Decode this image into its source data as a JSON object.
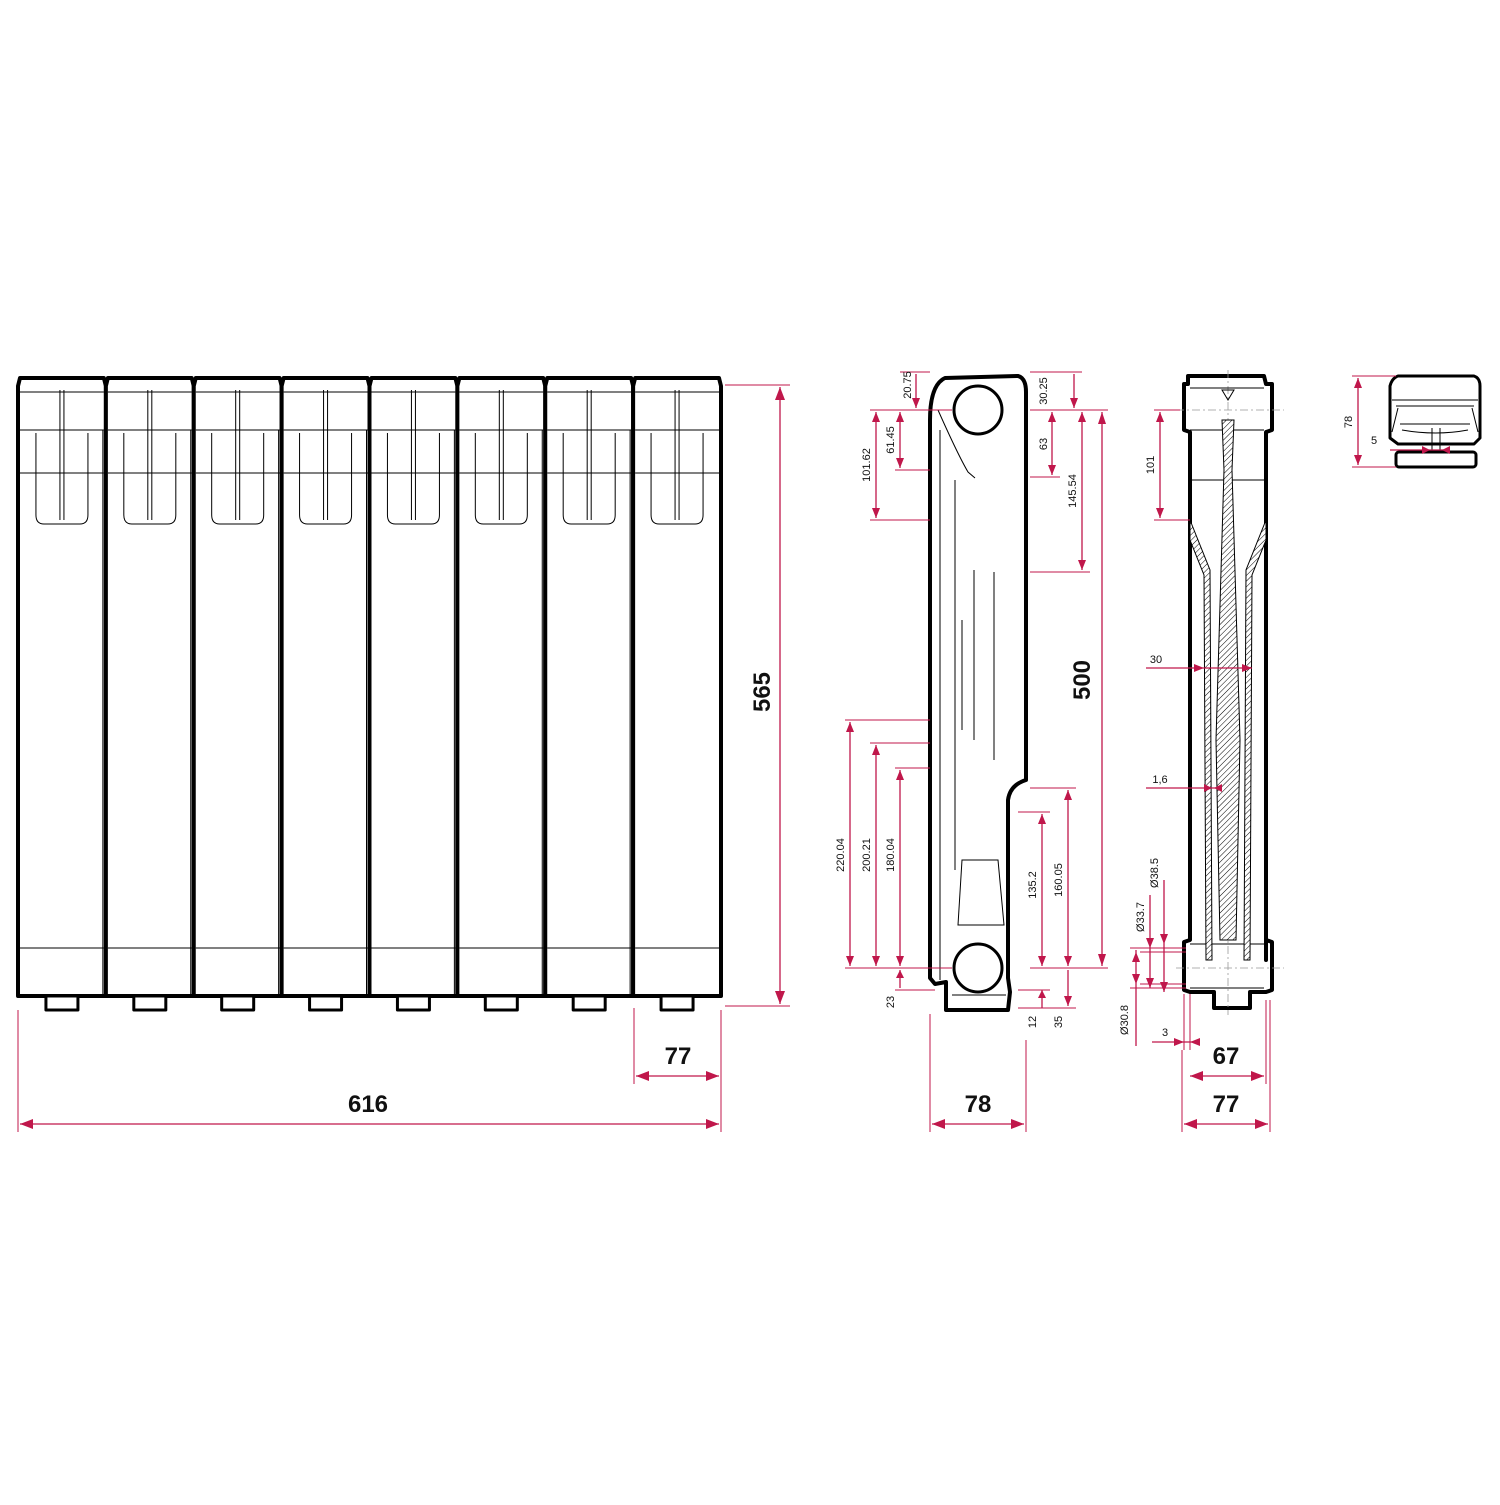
{
  "views": {
    "front": {
      "section_count": 8,
      "width_label": "616",
      "height_label": "565",
      "section_width_label": "77"
    },
    "side": {
      "depth_label": "78",
      "center_distance_label": "500",
      "labels": {
        "d_20_75": "20.75",
        "d_61_45": "61.45",
        "d_101_62": "101.62",
        "d_30_25": "30.25",
        "d_63": "63",
        "d_145_54": "145.54",
        "d_220_04": "220.04",
        "d_200_21": "200.21",
        "d_180_04": "180.04",
        "d_135_2": "135.2",
        "d_160_05": "160.05",
        "d_23": "23",
        "d_12": "12",
        "d_35": "35"
      }
    },
    "section": {
      "labels": {
        "d_101": "101",
        "d_30": "30",
        "d_1_6": "1,6",
        "d_38_5": "Ø38.5",
        "d_33_7": "Ø33.7",
        "d_30_8": "Ø30.8",
        "d_3": "3",
        "d_67": "67",
        "d_77": "77"
      }
    },
    "top": {
      "labels": {
        "d_78": "78",
        "d_5": "5"
      }
    }
  },
  "colors": {
    "dimension": "#c0174b",
    "outline": "#000000"
  }
}
